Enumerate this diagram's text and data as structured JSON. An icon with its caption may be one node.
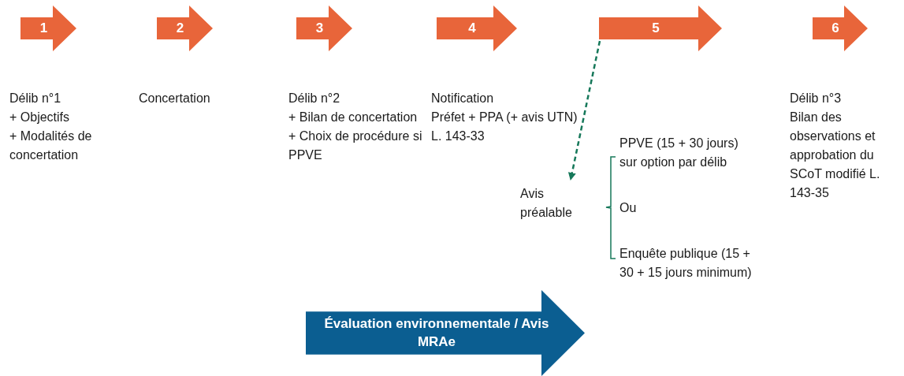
{
  "diagram": {
    "nodes": [
      {
        "text": [
          "1"
        ],
        "beside": [
          "Délib n°1",
          "+ Objectifs",
          "+ Modalités de concertation"
        ]
      },
      {
        "text": [
          "2"
        ],
        "beside": [
          "Concertation"
        ]
      },
      {
        "text": [
          "3"
        ],
        "beside": [
          "Délib n°2",
          "+ Bilan de concertation",
          "+ Choix de procédure si PPVE"
        ]
      },
      {
        "text": [
          "4"
        ],
        "beside": [
          "Notification",
          "Préfet + PPA (+ avis UTN) L. 143-33"
        ]
      },
      {
        "text": [
          "5"
        ]
      },
      {
        "text": [
          "6"
        ],
        "beside": [
          "Délib n°3",
          "Bilan des observations et approbation du SCoT modifié L. 143-35"
        ]
      },
      {
        "text": [
          "Avis préalable"
        ]
      },
      {
        "text": [
          "Évaluation environnementale / Avis MRAe"
        ]
      }
    ],
    "edges": [
      {
        "from": 4,
        "to": 6,
        "arrow": "to",
        "style": "dashed",
        "color": "#16785a"
      }
    ],
    "labels": [
      "PPVE (15 + 30 jours) sur option par délib",
      "Ou",
      "Enquête publique (15 + 30 + 15 jours minimum)"
    ]
  }
}
